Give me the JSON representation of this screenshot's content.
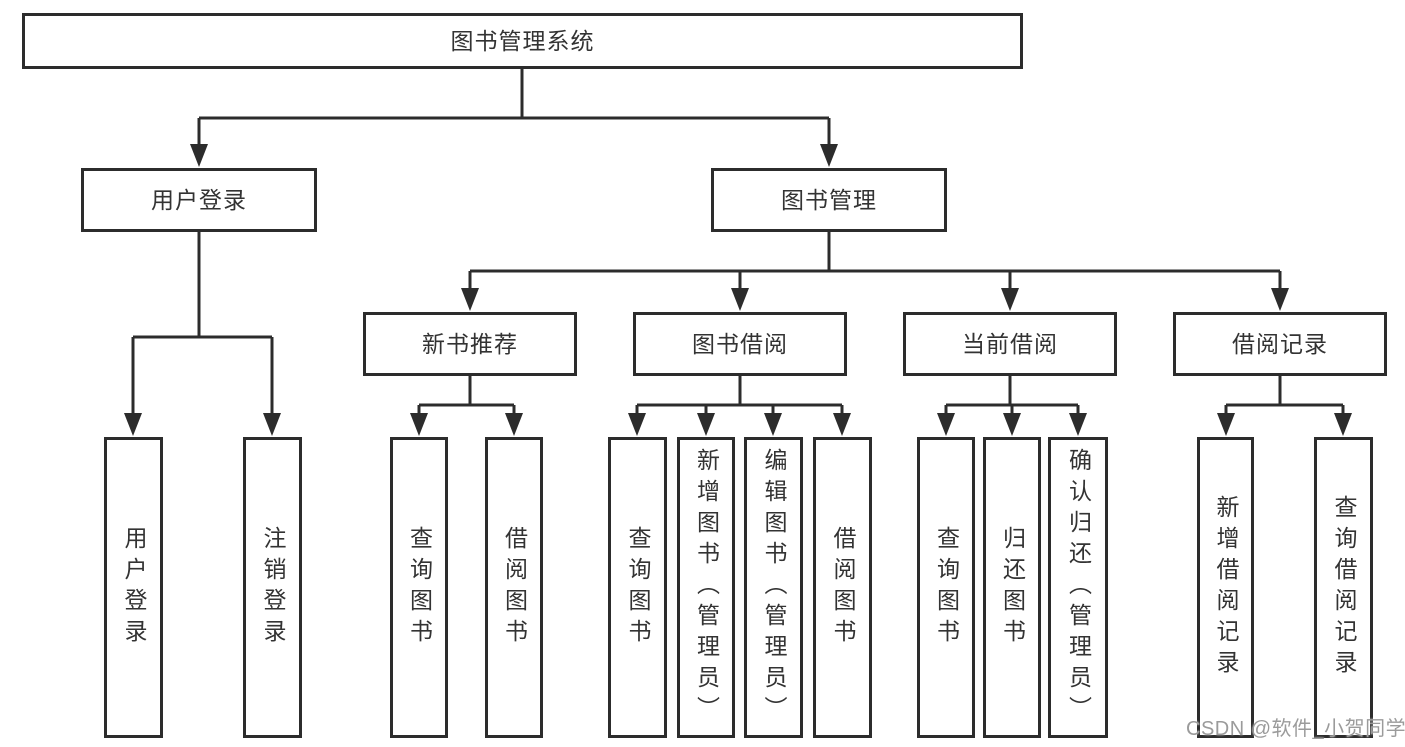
{
  "title": {
    "label": "图书管理系统"
  },
  "branches": {
    "user_login": {
      "label": "用户登录",
      "children": [
        {
          "label": "用户登录"
        },
        {
          "label": "注销登录"
        }
      ]
    },
    "book_management": {
      "label": "图书管理",
      "sections": [
        {
          "label": "新书推荐",
          "children": [
            {
              "label": "查询图书"
            },
            {
              "label": "借阅图书"
            }
          ]
        },
        {
          "label": "图书借阅",
          "children": [
            {
              "label": "查询图书"
            },
            {
              "label": "新增图书（管理员）"
            },
            {
              "label": "编辑图书（管理员）"
            },
            {
              "label": "借阅图书"
            }
          ]
        },
        {
          "label": "当前借阅",
          "children": [
            {
              "label": "查询图书"
            },
            {
              "label": "归还图书"
            },
            {
              "label": "确认归还（管理员）"
            }
          ]
        },
        {
          "label": "借阅记录",
          "children": [
            {
              "label": "新增借阅记录"
            },
            {
              "label": "查询借阅记录"
            }
          ]
        }
      ]
    }
  },
  "watermark": {
    "text": "CSDN @软件_小贺同学"
  },
  "colors": {
    "line": "#2c2c2c",
    "text": "#333333",
    "watermark": "#9b9b9b",
    "background": "#ffffff"
  }
}
